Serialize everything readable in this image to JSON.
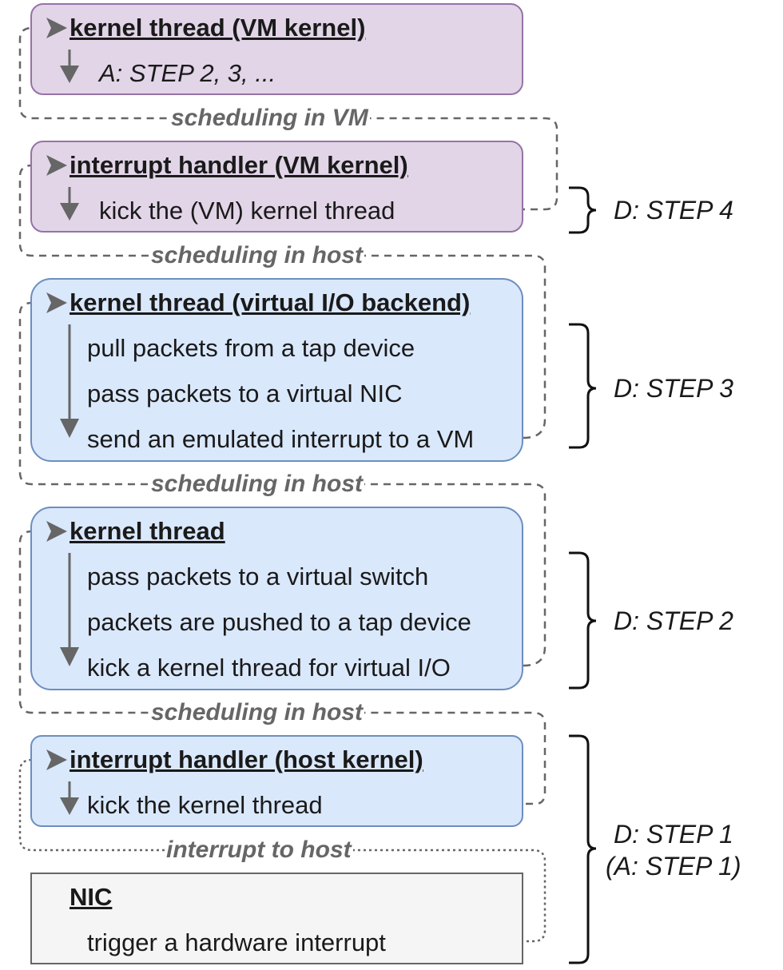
{
  "blocks": [
    {
      "title": "kernel thread (VM kernel)",
      "lines": [
        "A: STEP 2, 3, ..."
      ]
    },
    {
      "title": "interrupt handler (VM kernel)",
      "lines": [
        "kick the (VM) kernel thread"
      ]
    },
    {
      "title": "kernel thread (virtual I/O backend)",
      "lines": [
        "pull packets from a tap device",
        "pass packets to a virtual NIC",
        "send an emulated interrupt to a VM"
      ]
    },
    {
      "title": "kernel thread",
      "lines": [
        "pass packets to a virtual switch",
        "packets are pushed to a tap device",
        "kick a kernel thread for virtual I/O"
      ]
    },
    {
      "title": "interrupt handler (host kernel)",
      "lines": [
        "kick the kernel thread"
      ]
    },
    {
      "title": "NIC",
      "lines": [
        "trigger a hardware interrupt"
      ]
    }
  ],
  "transitions": [
    "scheduling in VM",
    "scheduling in host",
    "scheduling in host",
    "scheduling in host",
    "interrupt to host"
  ],
  "steps": [
    "D: STEP 4",
    "D: STEP 3",
    "D: STEP 2",
    "D: STEP 1",
    "(A: STEP 1)"
  ],
  "colors": {
    "vm_fill": "#e1d5e7",
    "vm_border": "#9673a6",
    "host_fill": "#dae8fc",
    "host_border": "#6c8ebf",
    "nic_fill": "#f5f5f5",
    "nic_border": "#666666",
    "connector": "#666666"
  }
}
